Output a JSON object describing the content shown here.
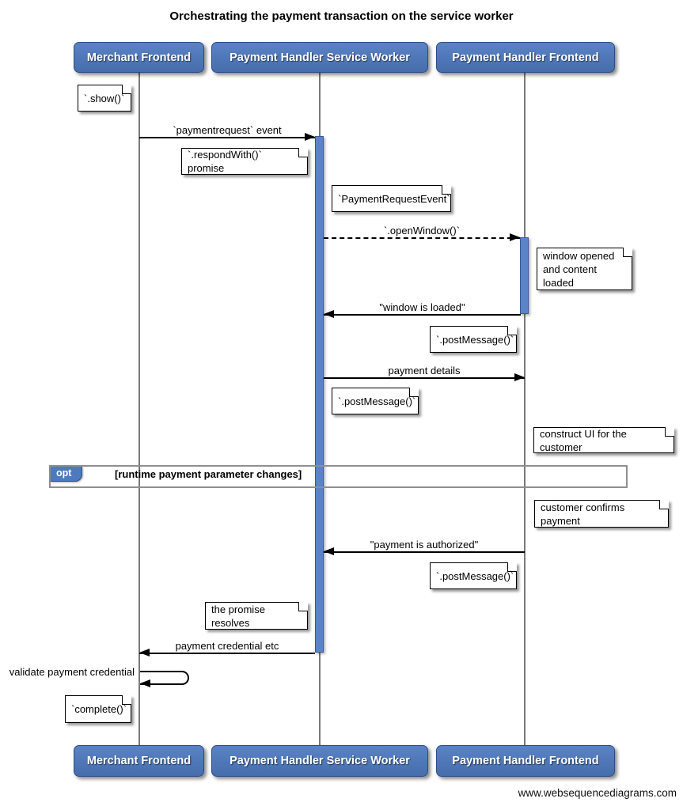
{
  "title": "Orchestrating the payment transaction on the service worker",
  "watermark": "www.websequencediagrams.com",
  "actors": [
    {
      "label": "Merchant Frontend"
    },
    {
      "label": "Payment Handler Service Worker"
    },
    {
      "label": "Payment Handler Frontend"
    }
  ],
  "messages": [
    {
      "label": "`paymentrequest` event",
      "from": "Merchant Frontend",
      "to": "Payment Handler Service Worker",
      "style": "solid"
    },
    {
      "label": "`.openWindow()`",
      "from": "Payment Handler Service Worker",
      "to": "Payment Handler Frontend",
      "style": "dashed"
    },
    {
      "label": "\"window is loaded\"",
      "from": "Payment Handler Frontend",
      "to": "Payment Handler Service Worker",
      "style": "solid"
    },
    {
      "label": "payment details",
      "from": "Payment Handler Service Worker",
      "to": "Payment Handler Frontend",
      "style": "solid"
    },
    {
      "label": "\"payment is authorized\"",
      "from": "Payment Handler Frontend",
      "to": "Payment Handler Service Worker",
      "style": "solid"
    },
    {
      "label": "payment credential etc",
      "from": "Payment Handler Service Worker",
      "to": "Merchant Frontend",
      "style": "solid"
    },
    {
      "label": "validate payment credential",
      "from": "Merchant Frontend",
      "to": "Merchant Frontend",
      "style": "self"
    }
  ],
  "notes": [
    {
      "text": "`.show()`",
      "anchor": "Merchant Frontend"
    },
    {
      "text": "`.respondWith()` promise",
      "anchor": "Payment Handler Service Worker"
    },
    {
      "text": "`PaymentRequestEvent`",
      "anchor": "Payment Handler Service Worker"
    },
    {
      "text": "window opened\nand content loaded",
      "anchor": "Payment Handler Frontend"
    },
    {
      "text": "`.postMessage()`",
      "anchor": "Payment Handler Frontend"
    },
    {
      "text": "`.postMessage()`",
      "anchor": "Payment Handler Service Worker"
    },
    {
      "text": "construct UI for the customer",
      "anchor": "Payment Handler Frontend"
    },
    {
      "text": "customer confirms payment",
      "anchor": "Payment Handler Frontend"
    },
    {
      "text": "`.postMessage()`",
      "anchor": "Payment Handler Frontend"
    },
    {
      "text": "the promise resolves",
      "anchor": "Payment Handler Service Worker"
    },
    {
      "text": "`complete()`",
      "anchor": "Merchant Frontend"
    }
  ],
  "opt_frame": {
    "tag": "opt",
    "condition": "[runtime payment parameter changes]"
  },
  "colors": {
    "actor_fill": "#4d79be",
    "actor_border": "#2c4c84",
    "activation_fill": "#5b83c8",
    "activation_border": "#3a5795",
    "lifeline": "#7a7a7a",
    "frame_border": "#8f8f8f",
    "message_line": "#000000"
  }
}
